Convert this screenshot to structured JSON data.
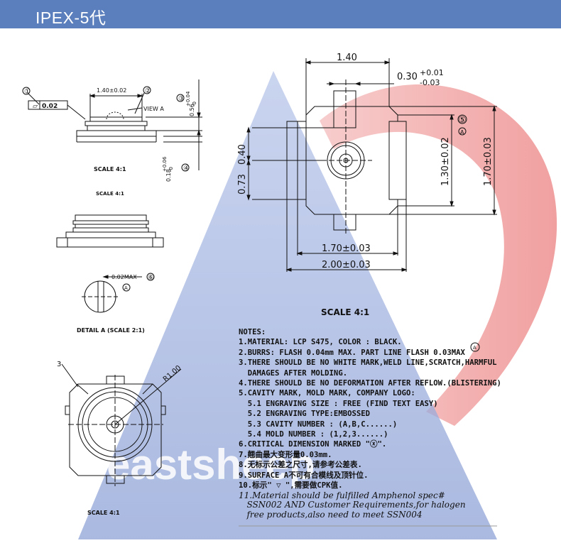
{
  "header": {
    "title": "IPEX-5代"
  },
  "colors": {
    "header_bg": "#5b7fbd",
    "watermark_blue": "#8fa3d8",
    "watermark_red": "#f2a0a0"
  },
  "watermark": {
    "text": "eastsheep"
  },
  "left_views": {
    "top_view": {
      "callout_1": "①",
      "callout_2": "②",
      "callout_3": "③",
      "callout_4": "④",
      "flatness": "0.02",
      "dim_width": "1.40±0.02",
      "view_label": "VIEW A",
      "dim_height": "0.56",
      "dim_height_tol_plus": "+0.04",
      "dim_height_tol_minus": "-0",
      "dim_base": "0.18",
      "dim_base_tol_plus": "+0.06",
      "dim_base_tol_minus": "-0",
      "scale": "SCALE 4:1",
      "scale_faint": "SCALE 4:1"
    },
    "detail": {
      "callout_6": "⑥",
      "dim": "0.02MAX",
      "mark": "A",
      "label": "DETAIL A (SCALE 2:1)"
    },
    "bottom_view": {
      "callout": "3",
      "radius": "R1.00",
      "scale": "SCALE 4:1"
    }
  },
  "main_view": {
    "dim_top": "1.40",
    "dim_pin": "0.30",
    "dim_pin_tol_plus": "+0.01",
    "dim_pin_tol_minus": "-0.03",
    "callout_5": "⑤",
    "mark_a": "A",
    "dim_left_upper": "0.40",
    "dim_left_lower": "0.73",
    "dim_inner_height": "1.30±0.02",
    "dim_outer_height": "1.70±0.03",
    "dim_inner_width": "1.70±0.03",
    "dim_outer_width": "2.00±0.03",
    "scale": "SCALE 4:1"
  },
  "notes": {
    "title": "NOTES:",
    "lines": [
      "1.MATERIAL: LCP S475, COLOR : BLACK.",
      "2.BURRS: FLASH 0.04mm MAX. PART LINE FLASH 0.03MAX",
      "3.THERE SHOULD BE NO WHITE MARK,WELD LINE,SCRATCH,HARMFUL",
      "  DAMAGES AFTER MOLDING.",
      "4.THERE SHOULD BE NO DEFORMATION AFTER REFLOW.(BLISTERING)",
      "5.CAVITY MARK, MOLD MARK, COMPANY LOGO:",
      "  5.1 ENGRAVING SIZE : FREE (FIND TEXT EASY)",
      "  5.2 ENGRAVING TYPE:EMBOSSED",
      "  5.3 CAVITY NUMBER : (A,B,C......)",
      "  5.4 MOLD NUMBER : (1,2,3......)",
      "6.CRITICAL DIMENSION MARKED \"ⓧ\".",
      "7.翹曲最大变形量0.03mm.",
      "8.无标示公差之尺寸,请参考公差表.",
      "9.SURFACE A不可有合模线及顶针位.",
      "10.标示\" ▽ \",需要做CPK值."
    ],
    "note_2_mark": "A",
    "italic_lines": [
      "11.Material should be fulfilled Amphenol spec#",
      "   SSN002 AND Customer Requirements,for halogen",
      "   free products,also need to meet SSN004"
    ]
  }
}
